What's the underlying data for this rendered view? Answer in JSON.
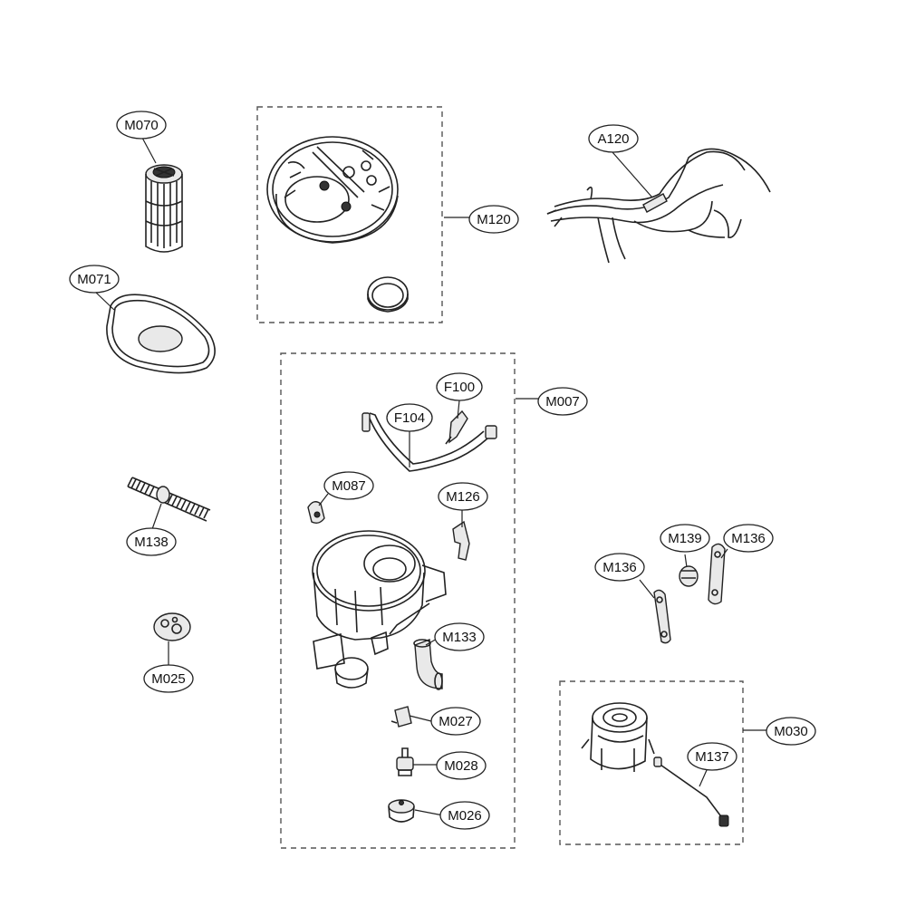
{
  "labels": {
    "M070": "M070",
    "M071": "M071",
    "M138": "M138",
    "M025": "M025",
    "M120": "M120",
    "A120": "A120",
    "M007": "M007",
    "F100": "F100",
    "F104": "F104",
    "M087": "M087",
    "M126": "M126",
    "M133": "M133",
    "M027": "M027",
    "M028": "M028",
    "M026": "M026",
    "M139": "M139",
    "M136_right": "M136",
    "M136_left": "M136",
    "M030": "M030",
    "M137": "M137"
  }
}
